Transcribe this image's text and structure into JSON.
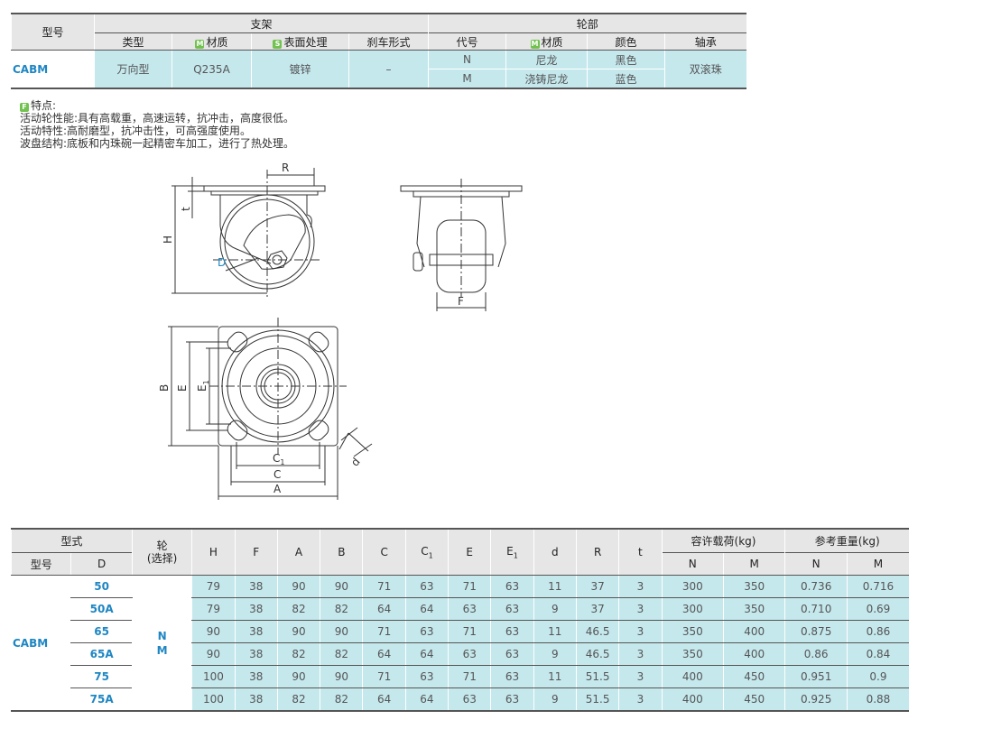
{
  "spec_table": {
    "model_header": "型号",
    "bracket_group": "支架",
    "wheel_group": "轮部",
    "bracket_cols": {
      "type": "类型",
      "material": "材质",
      "surface": "表面处理",
      "brake": "刹车形式"
    },
    "wheel_cols": {
      "code": "代号",
      "material": "材质",
      "color": "颜色",
      "bearing": "轴承"
    },
    "badge_m": "M",
    "badge_s": "S",
    "model": "CABM",
    "type": "万向型",
    "material": "Q235A",
    "surface": "镀锌",
    "brake": "–",
    "bearing": "双滚珠",
    "wheel_rows": [
      {
        "code": "N",
        "material": "尼龙",
        "color": "黑色"
      },
      {
        "code": "M",
        "material": "浇铸尼龙",
        "color": "蓝色"
      }
    ]
  },
  "features": {
    "badge": "F",
    "title": "特点:",
    "lines": [
      "活动轮性能:具有高载重，高速运转，抗冲击，高度很低。",
      "活动特性:高耐磨型，抗冲击性，可高强度使用。",
      "波盘结构:底板和内珠碗一起精密车加工，进行了热处理。"
    ]
  },
  "drawing_labels": {
    "R": "R",
    "t": "t",
    "H": "H",
    "D": "D",
    "F": "F",
    "B": "B",
    "E": "E",
    "E1": "E",
    "E1_sub": "1",
    "C1": "C",
    "C1_sub": "1",
    "C": "C",
    "A": "A",
    "d": "d"
  },
  "dims_table": {
    "form_header": "型式",
    "model_header": "型号",
    "d_header": "D",
    "wheel_header_1": "轮",
    "wheel_header_2": "(选择)",
    "cols": [
      "H",
      "F",
      "A",
      "B",
      "C",
      "C",
      "E",
      "E",
      "d",
      "R",
      "t"
    ],
    "col_subs": {
      "C1": "1",
      "E1": "1"
    },
    "load_header": "容许载荷(kg)",
    "weight_header": "参考重量(kg)",
    "sub_n": "N",
    "sub_m": "M",
    "model": "CABM",
    "wheel_n": "N",
    "wheel_m": "M",
    "rows": [
      {
        "D": "50",
        "H": "79",
        "F": "38",
        "A": "90",
        "B": "90",
        "C": "71",
        "C1": "63",
        "E": "71",
        "E1": "63",
        "d": "11",
        "R": "37",
        "t": "3",
        "load_n": "300",
        "load_m": "350",
        "w_n": "0.736",
        "w_m": "0.716"
      },
      {
        "D": "50A",
        "H": "79",
        "F": "38",
        "A": "82",
        "B": "82",
        "C": "64",
        "C1": "64",
        "E": "63",
        "E1": "63",
        "d": "9",
        "R": "37",
        "t": "3",
        "load_n": "300",
        "load_m": "350",
        "w_n": "0.710",
        "w_m": "0.69"
      },
      {
        "D": "65",
        "H": "90",
        "F": "38",
        "A": "90",
        "B": "90",
        "C": "71",
        "C1": "63",
        "E": "71",
        "E1": "63",
        "d": "11",
        "R": "46.5",
        "t": "3",
        "load_n": "350",
        "load_m": "400",
        "w_n": "0.875",
        "w_m": "0.86"
      },
      {
        "D": "65A",
        "H": "90",
        "F": "38",
        "A": "82",
        "B": "82",
        "C": "64",
        "C1": "64",
        "E": "63",
        "E1": "63",
        "d": "9",
        "R": "46.5",
        "t": "3",
        "load_n": "350",
        "load_m": "400",
        "w_n": "0.86",
        "w_m": "0.84"
      },
      {
        "D": "75",
        "H": "100",
        "F": "38",
        "A": "90",
        "B": "90",
        "C": "71",
        "C1": "63",
        "E": "71",
        "E1": "63",
        "d": "11",
        "R": "51.5",
        "t": "3",
        "load_n": "400",
        "load_m": "450",
        "w_n": "0.951",
        "w_m": "0.9"
      },
      {
        "D": "75A",
        "H": "100",
        "F": "38",
        "A": "82",
        "B": "82",
        "C": "64",
        "C1": "64",
        "E": "63",
        "E1": "63",
        "d": "9",
        "R": "51.5",
        "t": "3",
        "load_n": "400",
        "load_m": "450",
        "w_n": "0.925",
        "w_m": "0.88"
      }
    ]
  },
  "colors": {
    "header_bg": "#e6e6e6",
    "value_bg": "#c5e8ed",
    "accent_blue": "#1e86c2",
    "badge_green": "#71c24e"
  }
}
